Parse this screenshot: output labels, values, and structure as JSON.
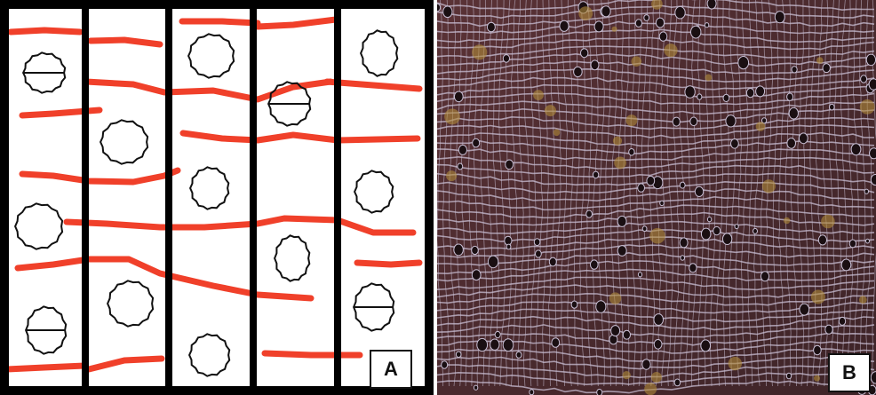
{
  "panels": [
    {
      "id": "A",
      "label": "A",
      "kind": "schematic"
    },
    {
      "id": "B",
      "label": "B",
      "kind": "micrograph"
    }
  ],
  "colors": {
    "frame": "#000000",
    "ray_line": "#f0402a",
    "pore_outline": "#111111",
    "background": "#ffffff",
    "micrograph_base": "#4a2a2e",
    "micrograph_cells": "#c9bfd4",
    "micrograph_deposits": "#b08a3a"
  }
}
